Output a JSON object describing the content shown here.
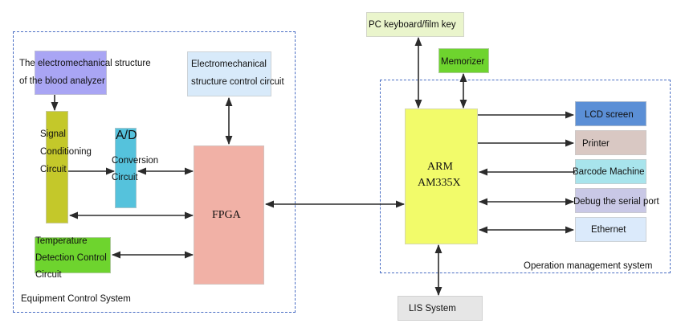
{
  "diagram": {
    "groups": {
      "equipment": {
        "label": "Equipment Control System"
      },
      "operation": {
        "label": "Operation management system"
      }
    },
    "blocks": {
      "blood_analyzer": {
        "line1": "The electromechanical structure",
        "line2": "of the blood analyzer",
        "color": "#a9a5f4"
      },
      "signal": {
        "line1": "Signal",
        "line2": "Conditioning",
        "line3": "Circuit",
        "color": "#c4c82a"
      },
      "ad": {
        "title": "A/D",
        "line1": "Conversion",
        "line2": "Circuit",
        "color": "#55c2dc"
      },
      "temperature": {
        "line1": "Temperature",
        "line2": "Detection Control",
        "line3": "Circuit",
        "color": "#6ed42e"
      },
      "emc_control": {
        "line1": "Electromechanical",
        "line2": "structure control circuit",
        "color": "#d8eafa"
      },
      "fpga": {
        "label": "FPGA",
        "color": "#f1b1a6"
      },
      "pc_keyboard": {
        "label": "PC keyboard/film key",
        "color": "#eaf5cc"
      },
      "memorizer": {
        "label": "Memorizer",
        "color": "#6ed42e"
      },
      "arm": {
        "line1": "ARM",
        "line2": "AM335X",
        "color": "#f2fb6a"
      },
      "lcd": {
        "label": "LCD screen",
        "color": "#5b8fd6"
      },
      "printer": {
        "label": "Printer",
        "color": "#d9c8c3"
      },
      "barcode": {
        "label": "Barcode Machine",
        "color": "#a8e4ec"
      },
      "debug": {
        "label": "Debug the serial port",
        "color": "#c9c8e6"
      },
      "ethernet": {
        "label": "Ethernet",
        "color": "#dbeafb"
      },
      "lis": {
        "label": "LIS System",
        "color": "#e6e6e6"
      }
    },
    "connections": [
      {
        "from": "blood_analyzer",
        "to": "signal",
        "direction": "forward"
      },
      {
        "from": "signal",
        "to": "ad",
        "direction": "forward"
      },
      {
        "from": "ad",
        "to": "fpga",
        "direction": "both"
      },
      {
        "from": "signal",
        "to": "fpga",
        "direction": "both"
      },
      {
        "from": "temperature",
        "to": "fpga",
        "direction": "both"
      },
      {
        "from": "emc_control",
        "to": "fpga",
        "direction": "both"
      },
      {
        "from": "fpga",
        "to": "arm",
        "direction": "both"
      },
      {
        "from": "pc_keyboard",
        "to": "arm",
        "direction": "both"
      },
      {
        "from": "memorizer",
        "to": "arm",
        "direction": "both"
      },
      {
        "from": "arm",
        "to": "lcd",
        "direction": "forward"
      },
      {
        "from": "arm",
        "to": "printer",
        "direction": "forward"
      },
      {
        "from": "barcode",
        "to": "arm",
        "direction": "forward"
      },
      {
        "from": "arm",
        "to": "debug",
        "direction": "both"
      },
      {
        "from": "arm",
        "to": "ethernet",
        "direction": "both"
      },
      {
        "from": "arm",
        "to": "lis",
        "direction": "both"
      }
    ]
  }
}
